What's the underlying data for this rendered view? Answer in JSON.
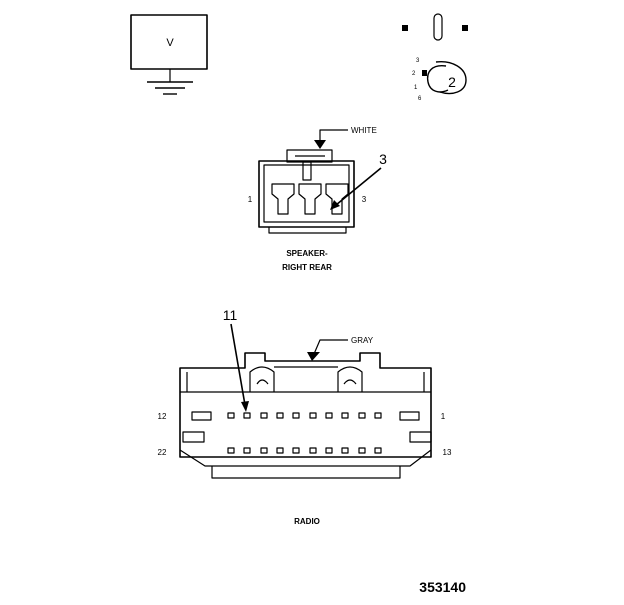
{
  "voltmeter": {
    "symbol": "V"
  },
  "wire_identifier": {
    "callout": "2",
    "pins": [
      "3",
      "2",
      "1",
      "6"
    ]
  },
  "speaker_connector": {
    "color": "WHITE",
    "callout": "3",
    "pin_left": "1",
    "pin_right": "3",
    "caption_line1": "SPEAKER-",
    "caption_line2": "RIGHT REAR"
  },
  "radio_connector": {
    "color": "GRAY",
    "callout": "11",
    "pin_top_left": "12",
    "pin_top_right": "1",
    "pin_bottom_left": "22",
    "pin_bottom_right": "13",
    "caption": "RADIO"
  },
  "figure_number": "353140"
}
